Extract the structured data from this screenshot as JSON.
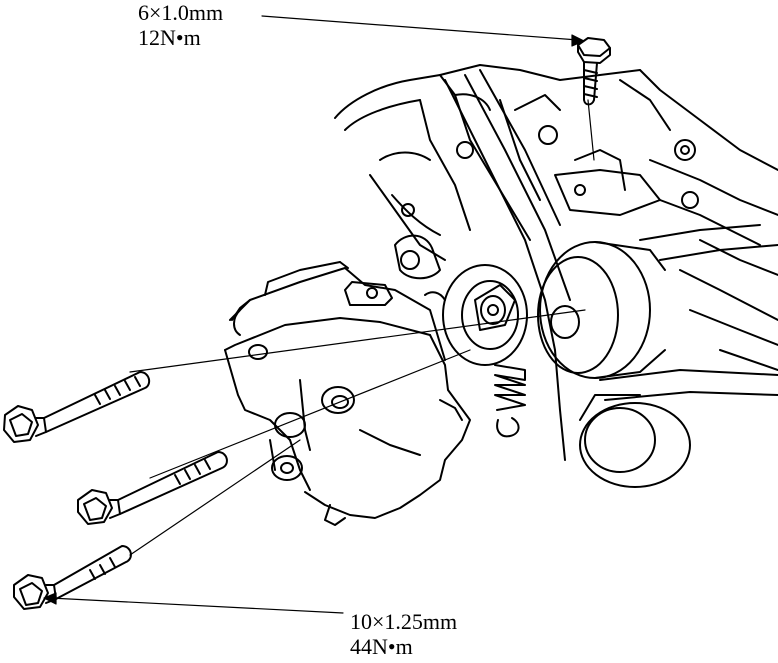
{
  "colors": {
    "ink": "#000000",
    "paper": "#ffffff"
  },
  "annotations": {
    "upper_bolt": {
      "size": "6×1.0mm",
      "torque": "12N•m"
    },
    "mount_bolts": {
      "size": "10×1.25mm",
      "torque": "44N•m"
    }
  }
}
